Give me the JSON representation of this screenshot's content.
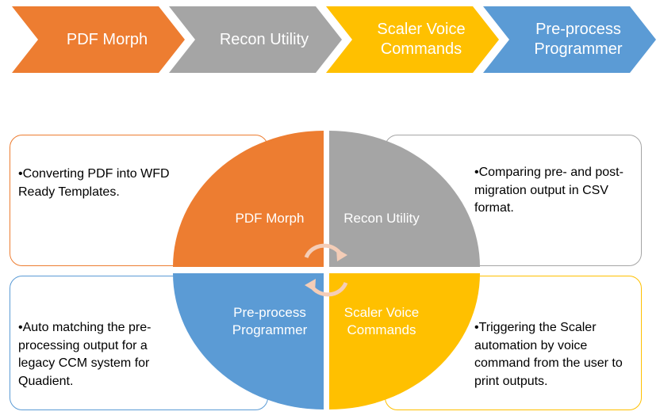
{
  "steps": [
    {
      "label": "PDF Morph",
      "color": "#ed7d31"
    },
    {
      "label": "Recon Utility",
      "color": "#a5a5a5"
    },
    {
      "label": "Scaler Voice Commands",
      "color": "#ffc000"
    },
    {
      "label": "Pre-process Programmer",
      "color": "#5b9bd5"
    }
  ],
  "quadrants": {
    "top_left": {
      "line1": "PDF Morph",
      "line2": "",
      "color": "#ed7d31"
    },
    "top_right": {
      "line1": "Recon Utility",
      "line2": "",
      "color": "#a5a5a5"
    },
    "bottom_left": {
      "line1": "Pre-process",
      "line2": "Programmer",
      "color": "#5b9bd5"
    },
    "bottom_right": {
      "line1": "Scaler Voice",
      "line2": "Commands",
      "color": "#ffc000"
    }
  },
  "cards": {
    "top_left": "•Converting PDF into WFD Ready Templates.",
    "top_right": "•Comparing pre- and post-migration output in CSV format.",
    "bottom_left": "•Auto matching the pre-processing output for a legacy CCM system for Quadient.",
    "bottom_right": "•Triggering the Scaler automation by voice command from the user to print outputs."
  }
}
